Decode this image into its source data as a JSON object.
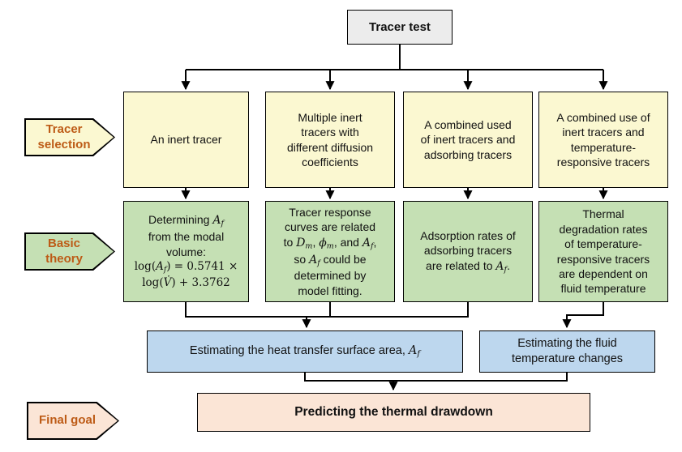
{
  "colors": {
    "box_yellow": "#FBF8D1",
    "box_green": "#C5E0B4",
    "box_blue": "#BDD7EE",
    "box_pink": "#FBE5D6",
    "box_gray": "#ECECEC",
    "label_text": "#BD5B16",
    "border": "#000000"
  },
  "top_box": {
    "title": "Tracer test"
  },
  "side_labels": {
    "tracer_selection": "Tracer selection",
    "basic_theory": "Basic theory",
    "final_goal": "Final goal"
  },
  "tracer_selection_row": {
    "inert_tracer": {
      "text": "An inert tracer"
    },
    "multiple_inert": {
      "lines": [
        "Multiple inert",
        "tracers with",
        "different diffusion",
        "coefficients"
      ]
    },
    "inert_adsorbing": {
      "lines": [
        "A combined used",
        "of inert tracers and",
        "adsorbing tracers"
      ]
    },
    "inert_temperature": {
      "lines": [
        "A combined use of",
        "inert tracers and",
        "temperature-",
        "responsive tracers"
      ]
    }
  },
  "basic_theory_row": {
    "determining_af": {
      "line1": [
        {
          "t": "Determining ",
          "s": "n"
        },
        {
          "t": "A",
          "s": "i"
        },
        {
          "t": "f",
          "s": "sub"
        }
      ],
      "line2": "from the modal",
      "line3": "volume:",
      "line4": [
        {
          "t": "log(",
          "s": "r"
        },
        {
          "t": "A",
          "s": "i"
        },
        {
          "t": "f",
          "s": "sub"
        },
        {
          "t": ") = 0.5741 ×",
          "s": "r"
        }
      ],
      "line5": [
        {
          "t": "log(",
          "s": "r"
        },
        {
          "t": "V̇",
          "s": "i"
        },
        {
          "t": ") + 3.3762",
          "s": "r"
        }
      ]
    },
    "model_fitting": {
      "line1": "Tracer response",
      "line2": "curves are related",
      "line3": [
        {
          "t": "to ",
          "s": "n"
        },
        {
          "t": "D",
          "s": "i"
        },
        {
          "t": "m",
          "s": "sub"
        },
        {
          "t": ", ",
          "s": "n"
        },
        {
          "t": "ϕ",
          "s": "i"
        },
        {
          "t": "m",
          "s": "sub"
        },
        {
          "t": ", and ",
          "s": "n"
        },
        {
          "t": "A",
          "s": "i"
        },
        {
          "t": "f",
          "s": "sub"
        },
        {
          "t": ",",
          "s": "n"
        }
      ],
      "line4": [
        {
          "t": "so ",
          "s": "n"
        },
        {
          "t": "A",
          "s": "i"
        },
        {
          "t": "f",
          "s": "sub"
        },
        {
          "t": " could be",
          "s": "n"
        }
      ],
      "line5": "determined by",
      "line6": "model fitting."
    },
    "adsorption_rates": {
      "line1": "Adsorption rates of",
      "line2": "adsorbing tracers",
      "line3": [
        {
          "t": "are related to ",
          "s": "n"
        },
        {
          "t": "A",
          "s": "i"
        },
        {
          "t": "f",
          "s": "sub"
        },
        {
          "t": ".",
          "s": "n"
        }
      ]
    },
    "thermal_degradation": {
      "lines": [
        "Thermal",
        "degradation rates",
        "of temperature-",
        "responsive tracers",
        "are dependent on",
        "fluid temperature"
      ]
    }
  },
  "estimation_row": {
    "heat_transfer_area": [
      {
        "t": "Estimating the heat transfer surface area, ",
        "s": "n"
      },
      {
        "t": "A",
        "s": "i"
      },
      {
        "t": "f",
        "s": "sub"
      }
    ],
    "fluid_temperature": {
      "lines": [
        "Estimating the fluid",
        "temperature changes"
      ]
    }
  },
  "final_goal_box": {
    "text": "Predicting the thermal drawdown"
  }
}
